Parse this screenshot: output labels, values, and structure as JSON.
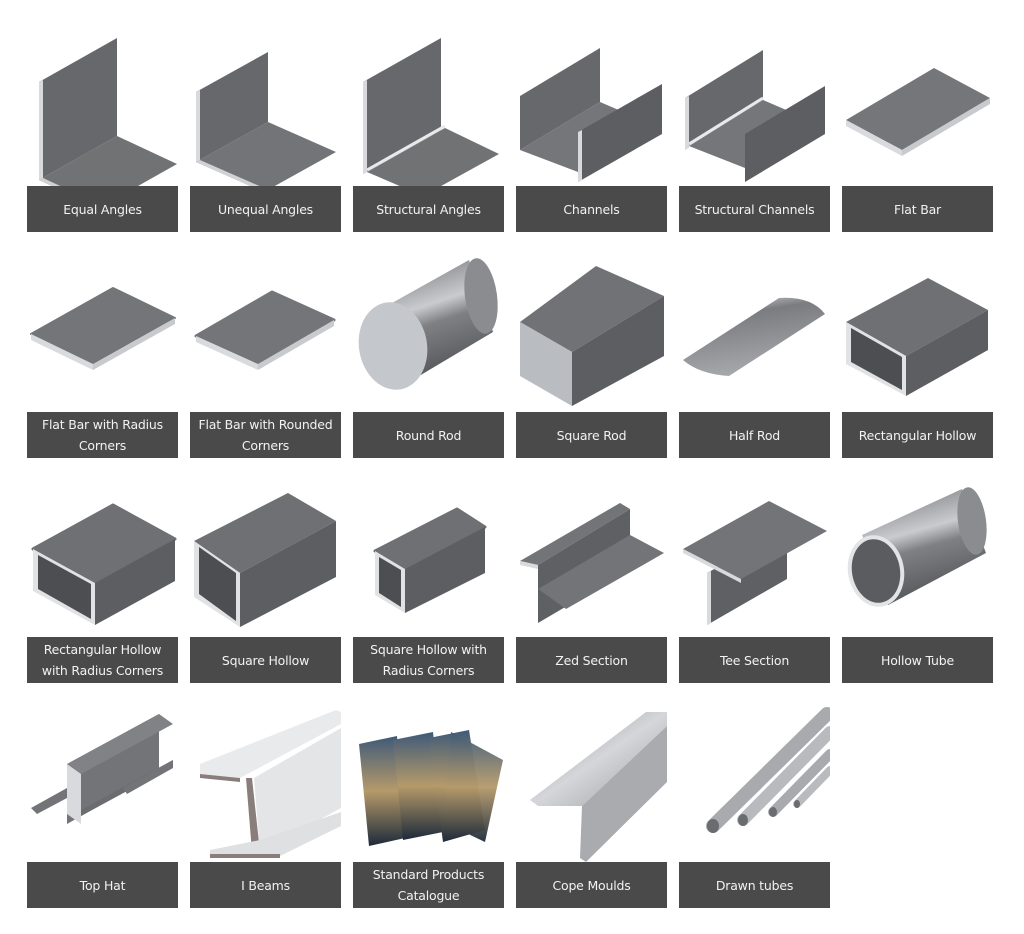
{
  "products": [
    {
      "label": "Equal Angles",
      "icon": "equal-angle-icon"
    },
    {
      "label": "Unequal Angles",
      "icon": "unequal-angle-icon"
    },
    {
      "label": "Structural Angles",
      "icon": "structural-angle-icon"
    },
    {
      "label": "Channels",
      "icon": "channel-icon"
    },
    {
      "label": "Structural Channels",
      "icon": "structural-channel-icon"
    },
    {
      "label": "Flat Bar",
      "icon": "flat-bar-icon"
    },
    {
      "label": "Flat Bar with Radius Corners",
      "icon": "flat-bar-radius-icon"
    },
    {
      "label": "Flat Bar with Rounded Corners",
      "icon": "flat-bar-rounded-icon"
    },
    {
      "label": "Round Rod",
      "icon": "round-rod-icon"
    },
    {
      "label": "Square Rod",
      "icon": "square-rod-icon"
    },
    {
      "label": "Half Rod",
      "icon": "half-rod-icon"
    },
    {
      "label": "Rectangular Hollow",
      "icon": "rectangular-hollow-icon"
    },
    {
      "label": "Rectangular Hollow with Radius Corners",
      "icon": "rectangular-hollow-radius-icon"
    },
    {
      "label": "Square Hollow",
      "icon": "square-hollow-icon"
    },
    {
      "label": "Square Hollow with Radius Corners",
      "icon": "square-hollow-radius-icon"
    },
    {
      "label": "Zed Section",
      "icon": "zed-section-icon"
    },
    {
      "label": "Tee Section",
      "icon": "tee-section-icon"
    },
    {
      "label": "Hollow Tube",
      "icon": "hollow-tube-icon"
    },
    {
      "label": "Top Hat",
      "icon": "top-hat-icon"
    },
    {
      "label": "I Beams",
      "icon": "i-beam-icon"
    },
    {
      "label": "Standard Products Catalogue",
      "icon": "catalogue-icon"
    },
    {
      "label": "Cope Moulds",
      "icon": "cope-mould-icon"
    },
    {
      "label": "Drawn tubes",
      "icon": "drawn-tubes-icon"
    }
  ],
  "colors": {
    "label_bg": "#4a4a4a",
    "label_text": "#f2f2f2",
    "metal_dark": "#5c5e62",
    "metal_mid": "#707274",
    "metal_light": "#d8dadd"
  }
}
